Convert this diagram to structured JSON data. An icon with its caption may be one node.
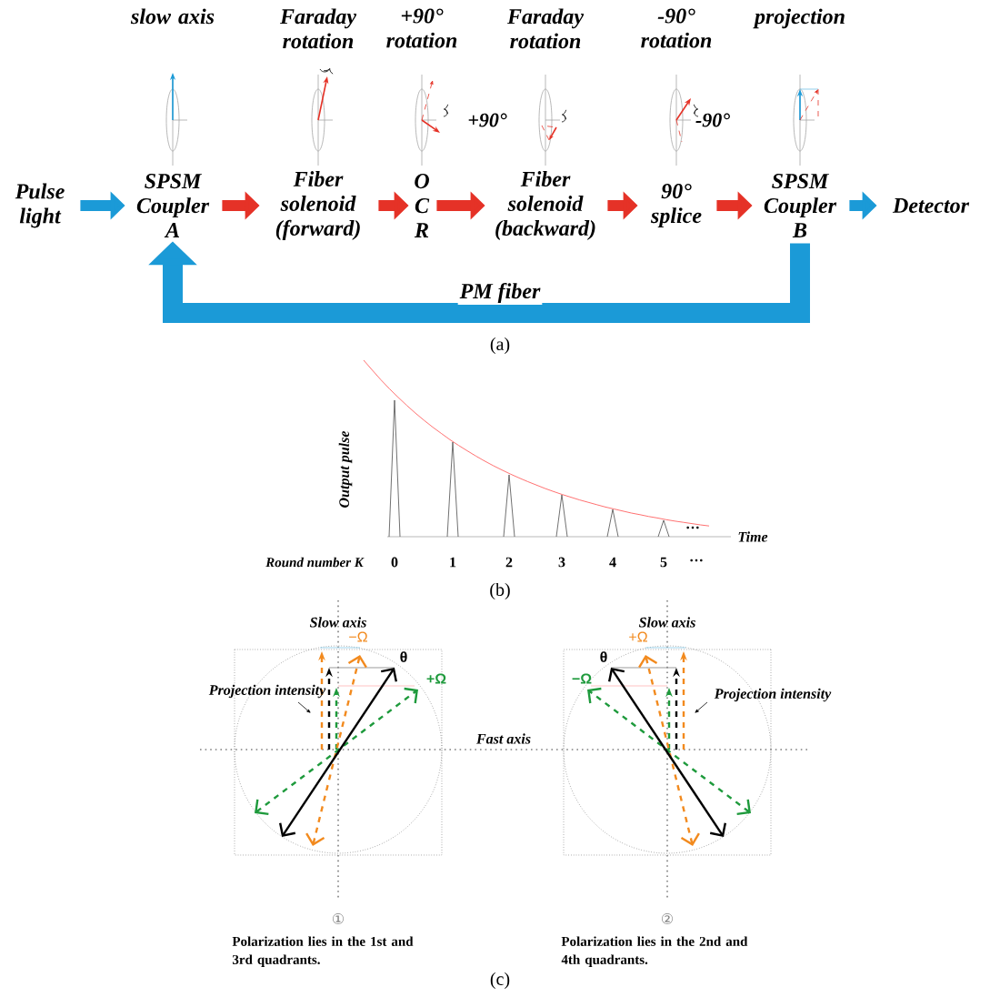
{
  "diagram": {
    "nodes": [
      {
        "text": [
          "Pulse light"
        ]
      },
      {
        "text": [
          "SPSM Coupler A"
        ]
      },
      {
        "text": [
          "Fiber solenoid (forward)"
        ]
      },
      {
        "text": [
          "O C R"
        ]
      },
      {
        "text": [
          "Fiber solenoid (backward)"
        ]
      },
      {
        "text": [
          "90° splice"
        ]
      },
      {
        "text": [
          "SPSM Coupler B"
        ]
      },
      {
        "text": [
          "Detector"
        ]
      }
    ],
    "edges": [
      {
        "from": 0,
        "to": 1,
        "arrow": "to",
        "color": "#1b9ad7"
      },
      {
        "from": 1,
        "to": 2,
        "arrow": "to"
      },
      {
        "from": 2,
        "to": 3,
        "arrow": "to"
      },
      {
        "from": 3,
        "to": 4,
        "arrow": "to"
      },
      {
        "from": 4,
        "to": 5,
        "arrow": "to"
      },
      {
        "from": 5,
        "to": 6,
        "arrow": "to"
      },
      {
        "from": 6,
        "to": 7,
        "arrow": "to",
        "color": "#1b9ad7"
      },
      {
        "from": 6,
        "to": 1,
        "arrow": "to",
        "label": "PM fiber",
        "style": "thick",
        "color": "#1b9ad7"
      }
    ],
    "labels": [
      "slow axis",
      "Faraday rotation",
      "+90° rotation",
      "Faraday rotation",
      "-90° rotation",
      "projection",
      "+90°",
      "-90°",
      "(a)",
      "Output pulse",
      "···",
      "Time",
      "Round number K",
      "0",
      "1",
      "2",
      "3",
      "4",
      "5",
      "···",
      "(b)",
      "Slow axis",
      "−Ω",
      "θ",
      "+Ω",
      "Projection intensity",
      "Fast axis",
      "①",
      "Polarization lies in the 1st and 3rd quadrants.",
      "Slow axis",
      "+Ω",
      "θ",
      "−Ω",
      "Projection intensity",
      "②",
      "Polarization lies in the 2nd and 4th quadrants.",
      "(c)"
    ]
  }
}
